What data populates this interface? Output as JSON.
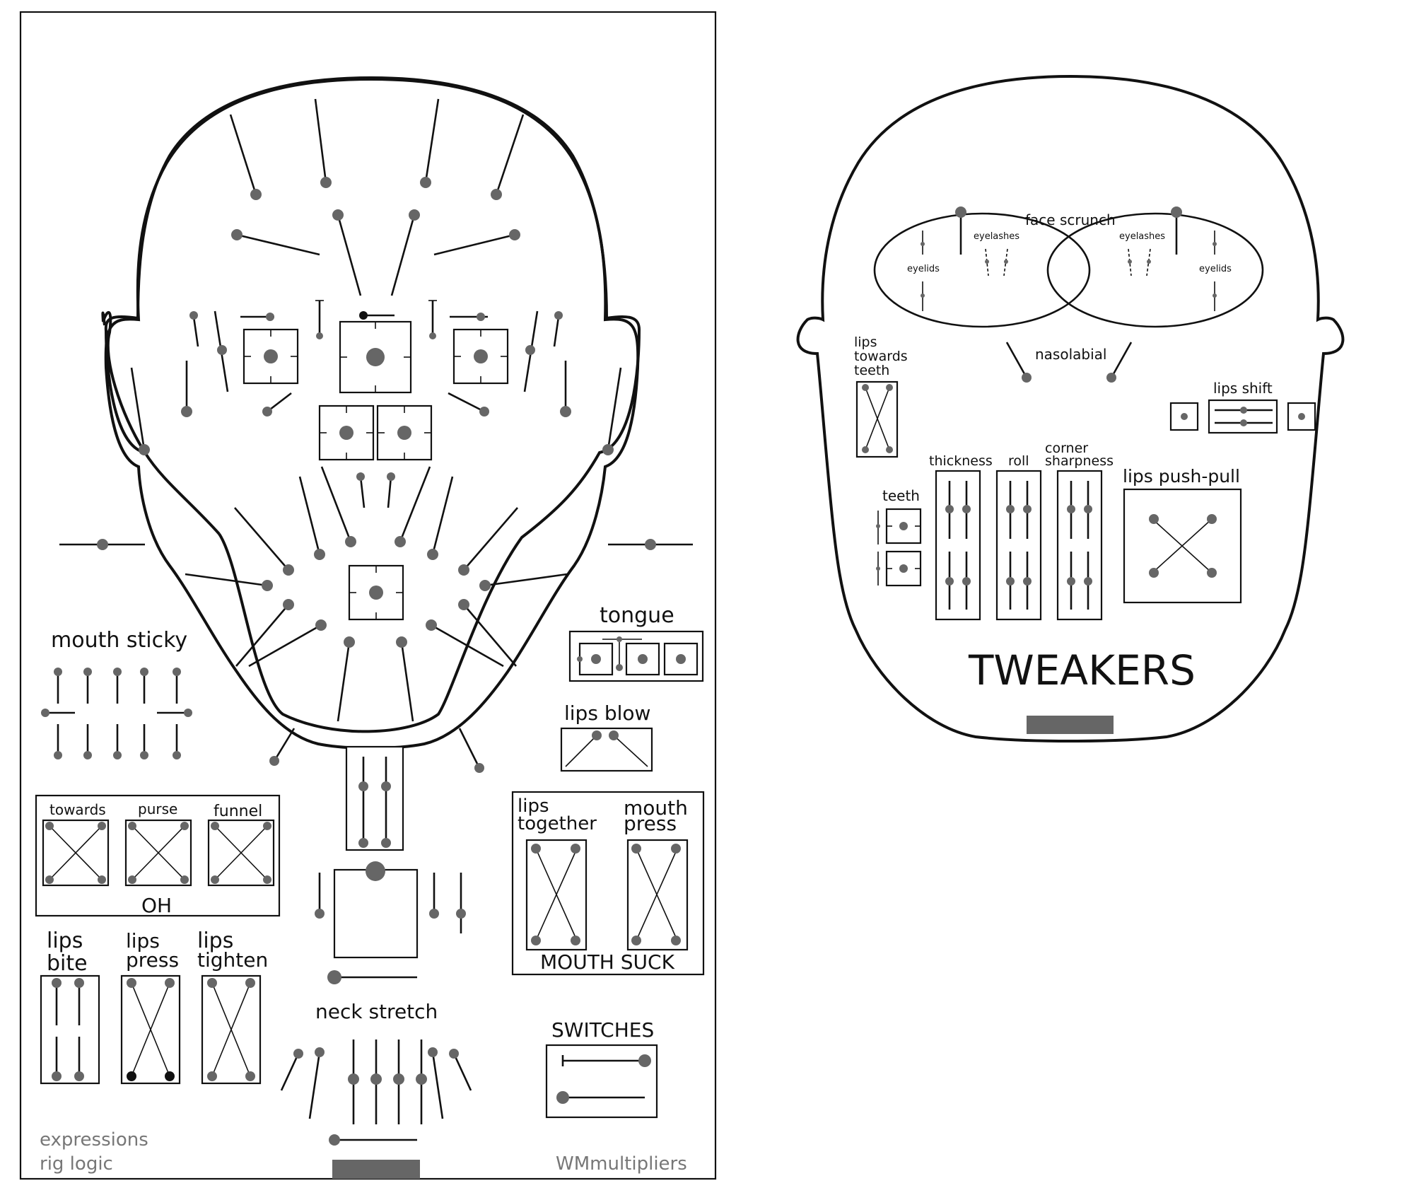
{
  "colors": {
    "line": "#111111",
    "handle": "#666666",
    "bar": "#666666",
    "footer": "#777777",
    "background": "#ffffff"
  },
  "left_panel": {
    "mouth_sticky": "mouth sticky",
    "tongue": "tongue",
    "lips_blow": "lips blow",
    "oh_group": {
      "towards": "towards",
      "purse": "purse",
      "funnel": "funnel",
      "title": "OH"
    },
    "mouth_suck": {
      "lips_together_1": "lips",
      "lips_together_2": "together",
      "mouth_press_1": "mouth",
      "mouth_press_2": "press",
      "title": "MOUTH SUCK"
    },
    "lips_bite_1": "lips",
    "lips_bite_2": "bite",
    "lips_press_1": "lips",
    "lips_press_2": "press",
    "lips_tighten_1": "lips",
    "lips_tighten_2": "tighten",
    "neck_stretch": "neck stretch",
    "switches": "SWITCHES",
    "footer_left_1": "expressions",
    "footer_left_2": "rig logic",
    "footer_right": "WMmultipliers"
  },
  "right_panel": {
    "face_scrunch": "face scrunch",
    "eyelashes_left": "eyelashes",
    "eyelashes_right": "eyelashes",
    "eyelids_left": "eyelids",
    "eyelids_right": "eyelids",
    "lips_towards_teeth_1": "lips",
    "lips_towards_teeth_2": "towards",
    "lips_towards_teeth_3": "teeth",
    "nasolabial": "nasolabial",
    "lips_shift": "lips shift",
    "thickness": "thickness",
    "roll": "roll",
    "corner_sharpness_1": "corner",
    "corner_sharpness_2": "sharpness",
    "teeth": "teeth",
    "lips_push_pull": "lips push-pull",
    "title": "TWEAKERS"
  }
}
